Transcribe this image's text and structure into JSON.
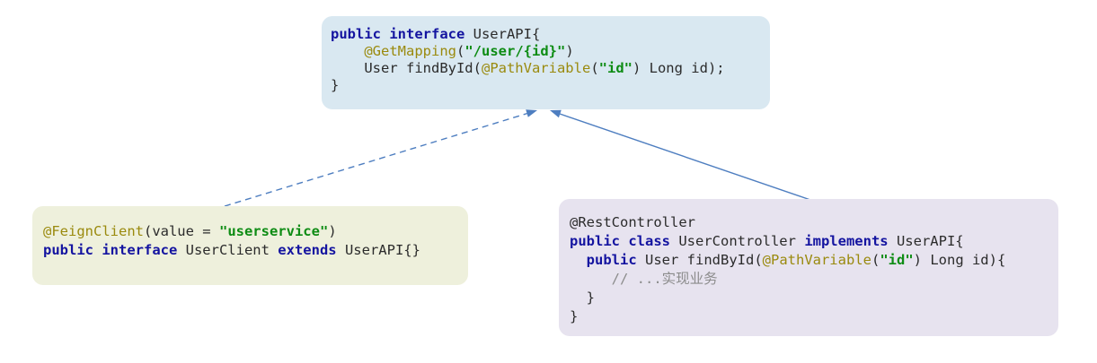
{
  "colors": {
    "keyword": "#1414a0",
    "annotation": "#9a8a0e",
    "string": "#0e8c14",
    "plain": "#2b2b2b",
    "comment": "#8c8c8c",
    "arrow": "#4e7ec0",
    "userapi_box_bg": "#d9e8f1",
    "feign_box_bg": "#eef0dc",
    "rest_box_bg": "#e7e3ef",
    "page_bg": "#ffffff"
  },
  "boxes": [
    {
      "id": "userapi",
      "name": "userapi-interface-box",
      "bg": "#d9e8f1",
      "lines": [
        [
          {
            "t": "public interface ",
            "c": "kw"
          },
          {
            "t": "UserAPI{",
            "c": "p"
          }
        ],
        [
          {
            "t": "    ",
            "c": "p"
          },
          {
            "t": "@GetMapping",
            "c": "ann"
          },
          {
            "t": "(",
            "c": "p"
          },
          {
            "t": "\"/user/{id}\"",
            "c": "str"
          },
          {
            "t": ")",
            "c": "p"
          }
        ],
        [
          {
            "t": "    User findById(",
            "c": "p"
          },
          {
            "t": "@PathVariable",
            "c": "ann"
          },
          {
            "t": "(",
            "c": "p"
          },
          {
            "t": "\"id\"",
            "c": "str"
          },
          {
            "t": ") Long id);",
            "c": "p"
          }
        ],
        [
          {
            "t": "}",
            "c": "p"
          }
        ]
      ]
    },
    {
      "id": "feign",
      "name": "feign-client-box",
      "bg": "#eef0dc",
      "lines": [
        [
          {
            "t": "@FeignClient",
            "c": "ann"
          },
          {
            "t": "(value = ",
            "c": "p"
          },
          {
            "t": "\"userservice\"",
            "c": "str"
          },
          {
            "t": ")",
            "c": "p"
          }
        ],
        [
          {
            "t": "public interface ",
            "c": "kw"
          },
          {
            "t": "UserClient ",
            "c": "p"
          },
          {
            "t": "extends ",
            "c": "kw"
          },
          {
            "t": "UserAPI{}",
            "c": "p"
          }
        ]
      ]
    },
    {
      "id": "rest",
      "name": "rest-controller-box",
      "bg": "#e7e3ef",
      "lines": [
        [
          {
            "t": "@RestController",
            "c": "p"
          }
        ],
        [
          {
            "t": "public class ",
            "c": "kw"
          },
          {
            "t": "UserController ",
            "c": "p"
          },
          {
            "t": "implements ",
            "c": "kw"
          },
          {
            "t": "UserAPI{",
            "c": "p"
          }
        ],
        [
          {
            "t": "  ",
            "c": "p"
          },
          {
            "t": "public ",
            "c": "kw"
          },
          {
            "t": "User findById(",
            "c": "p"
          },
          {
            "t": "@PathVariable",
            "c": "ann"
          },
          {
            "t": "(",
            "c": "p"
          },
          {
            "t": "\"id\"",
            "c": "str"
          },
          {
            "t": ") Long id){",
            "c": "p"
          }
        ],
        [
          {
            "t": "     ",
            "c": "p"
          },
          {
            "t": "// ...实现业务",
            "c": "cmt"
          }
        ],
        [
          {
            "t": "  }",
            "c": "p"
          }
        ],
        [
          {
            "t": "}",
            "c": "p"
          }
        ]
      ]
    }
  ],
  "arrows": [
    {
      "name": "extends-arrow",
      "style": "dashed",
      "from": "UserClient",
      "to": "UserAPI"
    },
    {
      "name": "implements-arrow",
      "style": "solid",
      "from": "UserController",
      "to": "UserAPI"
    }
  ]
}
